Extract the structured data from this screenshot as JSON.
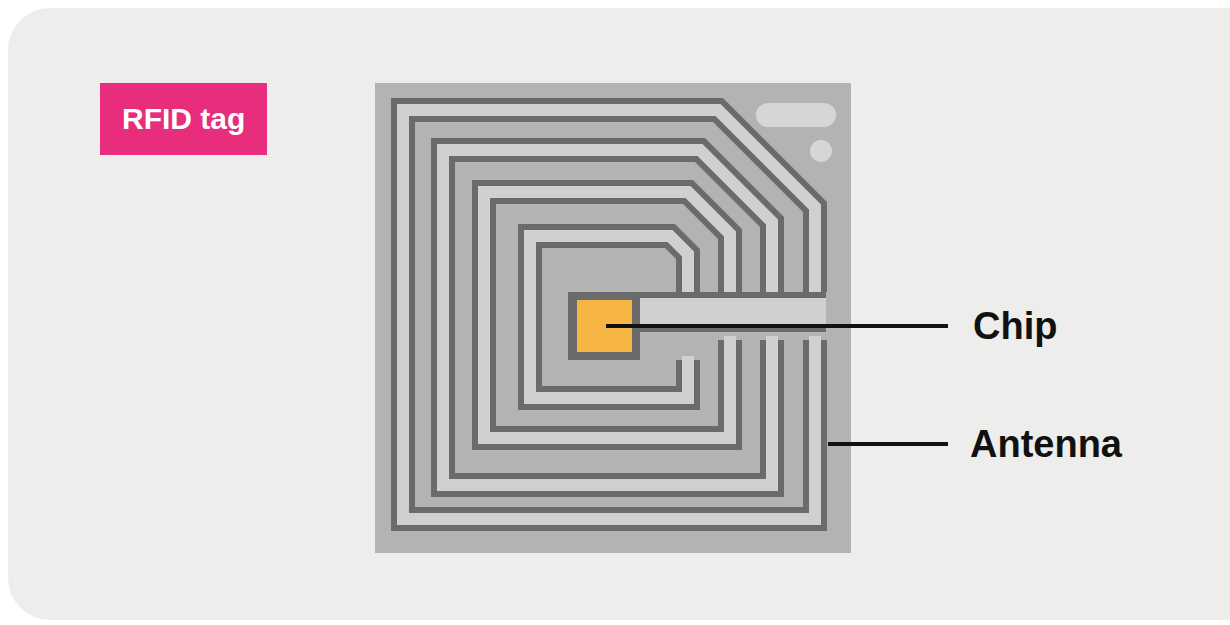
{
  "diagram": {
    "title": "RFID tag",
    "labels": [
      "Chip",
      "Antenna"
    ]
  }
}
